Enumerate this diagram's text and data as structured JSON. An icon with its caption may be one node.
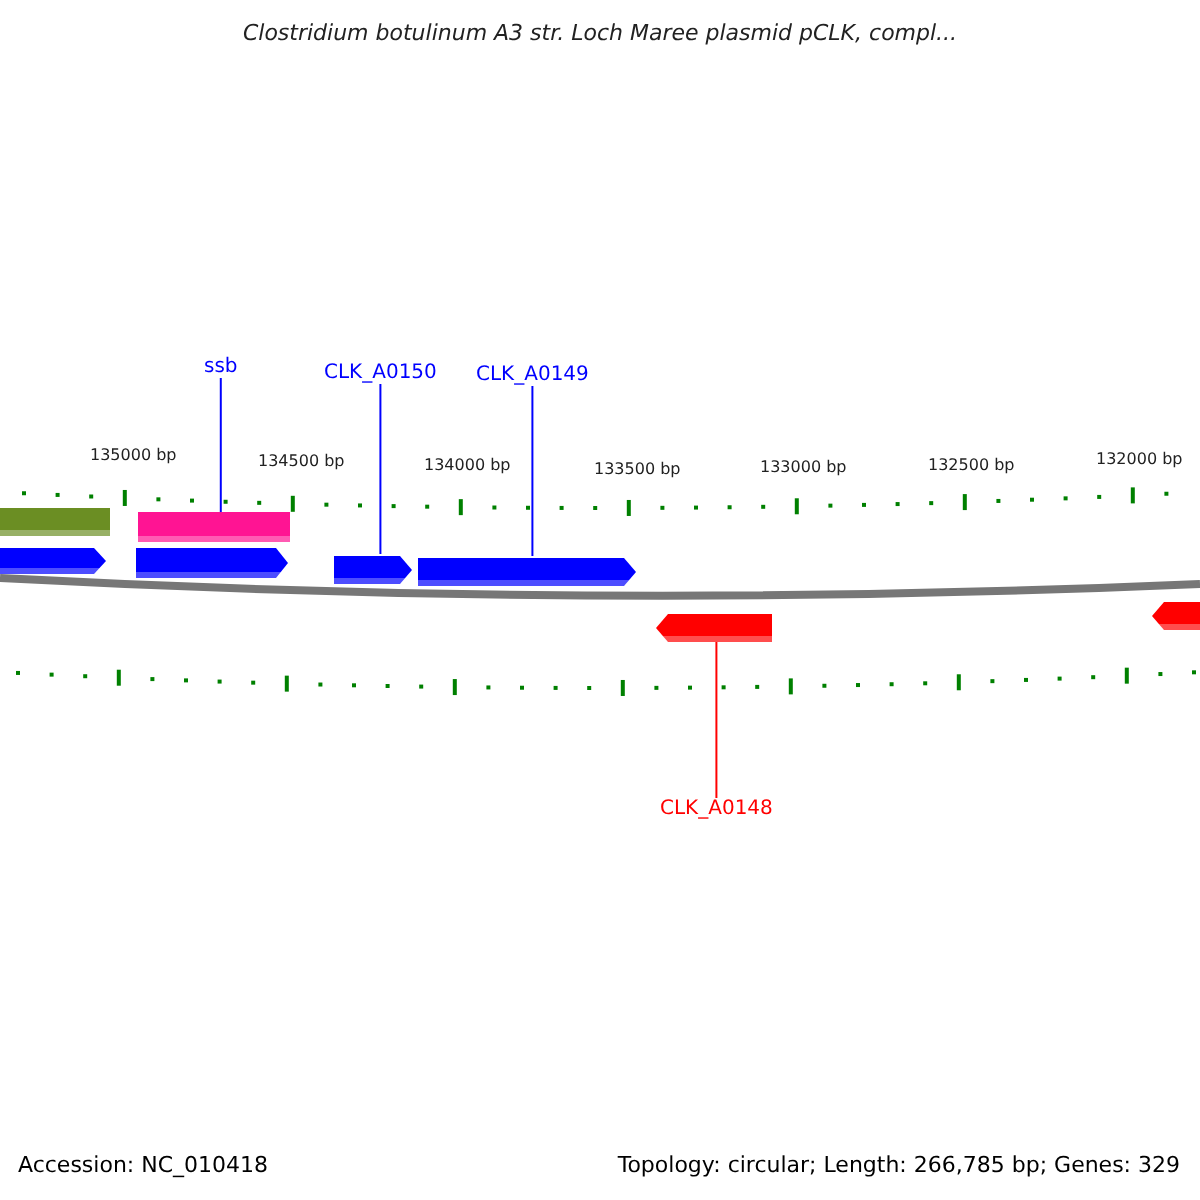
{
  "diagram": {
    "title": "Clostridium botulinum A3 str. Loch Maree plasmid pCLK, compl...",
    "nodes": [
      {
        "text": [],
        "shape": "bar"
      },
      {
        "text": [],
        "shape": "bar"
      },
      {
        "text": [
          "ssb"
        ]
      },
      {
        "text": [],
        "shape": "bar"
      },
      {
        "text": [],
        "shape": "bar"
      },
      {
        "text": [
          "CLK_A0150"
        ]
      },
      {
        "text": [],
        "shape": "bar"
      },
      {
        "text": [
          "CLK_A0149"
        ]
      },
      {
        "text": [],
        "shape": "bar"
      },
      {
        "text": [],
        "shape": "bar"
      },
      {
        "text": [
          "CLK_A0148"
        ]
      },
      {
        "text": [],
        "shape": "bar"
      }
    ],
    "edges": [
      {
        "from": 2,
        "to": 3,
        "arrow": "none"
      },
      {
        "from": 5,
        "to": 6,
        "arrow": "none"
      },
      {
        "from": 7,
        "to": 8,
        "arrow": "none"
      },
      {
        "from": 10,
        "to": 9,
        "arrow": "none",
        "color": "#ff0000"
      }
    ],
    "labels": [
      "135000 bp",
      "134500 bp",
      "134000 bp",
      "133500 bp",
      "133000 bp",
      "132500 bp",
      "132000 bp",
      "Accession: NC_010418",
      "Topology: circular; Length: 266,785 bp; Genes: 329"
    ]
  }
}
